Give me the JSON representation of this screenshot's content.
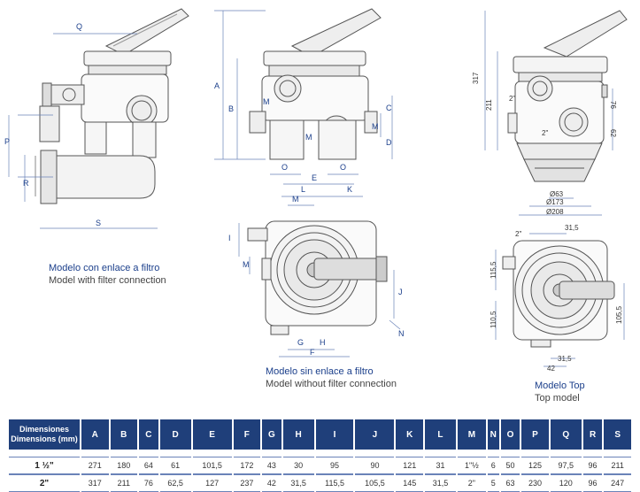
{
  "labels": {
    "A": "A",
    "B": "B",
    "C": "C",
    "D": "D",
    "E": "E",
    "F": "F",
    "G": "G",
    "H": "H",
    "I": "I",
    "J": "J",
    "K": "K",
    "L": "L",
    "M": "M",
    "N": "N",
    "O": "O",
    "P": "P",
    "Q": "Q",
    "R": "R",
    "S": "S"
  },
  "top_dims": {
    "d317": "317",
    "d211": "211",
    "d76": "76",
    "d62": "62",
    "p2a": "2\"",
    "p2b": "2\"",
    "o63": "Ø63",
    "o173": "Ø173",
    "o208": "Ø208",
    "t2": "2\"",
    "t31a": "31,5",
    "t1155": "115,5",
    "t1105": "110,5",
    "t1055": "105,5",
    "t42": "42",
    "t31b": "31,5"
  },
  "captions": {
    "a_es": "Modelo con enlace a filtro",
    "a_en": "Model with filter connection",
    "b_es": "Modelo sin enlace a filtro",
    "b_en": "Model without filter connection",
    "c_es": "Modelo Top",
    "c_en": "Top model"
  },
  "table": {
    "header_es": "Dimensiones",
    "header_en": "Dimensions (mm)",
    "columns": [
      "A",
      "B",
      "C",
      "D",
      "E",
      "F",
      "G",
      "H",
      "I",
      "J",
      "K",
      "L",
      "M",
      "N",
      "O",
      "P",
      "Q",
      "R",
      "S"
    ],
    "rows": [
      {
        "label": "1 ½\"",
        "values": [
          "271",
          "180",
          "64",
          "61",
          "101,5",
          "172",
          "43",
          "30",
          "95",
          "90",
          "121",
          "31",
          "1\"½",
          "6",
          "50",
          "125",
          "97,5",
          "96",
          "211"
        ]
      },
      {
        "label": "2\"",
        "values": [
          "317",
          "211",
          "76",
          "62,5",
          "127",
          "237",
          "42",
          "31,5",
          "115,5",
          "105,5",
          "145",
          "31,5",
          "2\"",
          "5",
          "63",
          "230",
          "120",
          "96",
          "247"
        ]
      }
    ]
  }
}
